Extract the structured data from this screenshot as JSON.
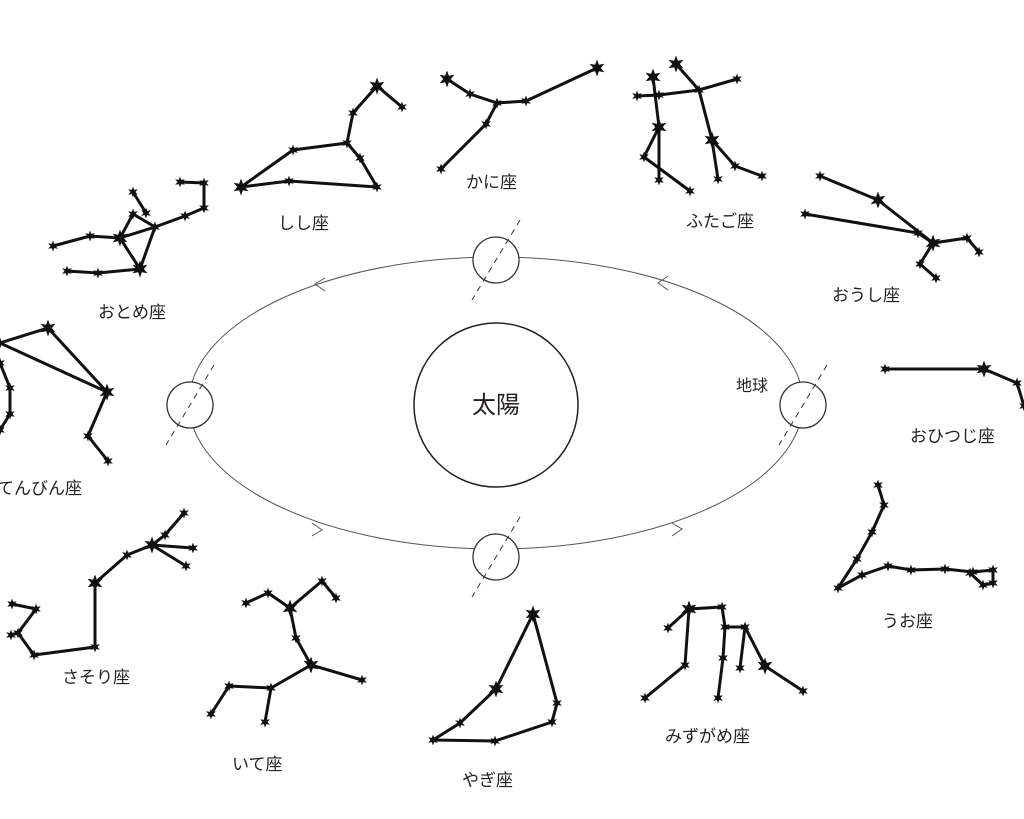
{
  "sun": {
    "label": "太陽"
  },
  "earth": {
    "label": "地球"
  },
  "constellations": [
    {
      "id": "kani",
      "label": "かに座"
    },
    {
      "id": "shishi",
      "label": "しし座"
    },
    {
      "id": "futago",
      "label": "ふたご座"
    },
    {
      "id": "otome",
      "label": "おとめ座"
    },
    {
      "id": "oushi",
      "label": "おうし座"
    },
    {
      "id": "ohitsuji",
      "label": "おひつじ座"
    },
    {
      "id": "tenbin",
      "label": "てんびん座"
    },
    {
      "id": "uo",
      "label": "うお座"
    },
    {
      "id": "sasori",
      "label": "さそり座"
    },
    {
      "id": "ite",
      "label": "いて座"
    },
    {
      "id": "yagi",
      "label": "やぎ座"
    },
    {
      "id": "mizugame",
      "label": "みずがめ座"
    }
  ]
}
